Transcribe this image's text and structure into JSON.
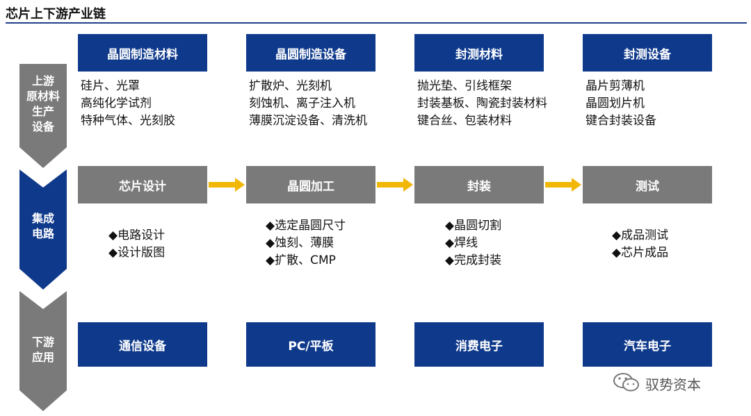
{
  "title": "芯片上下游产业链",
  "stages": {
    "upstream": "上游\n原材料\n生产\n设备",
    "midstream": "集成\n电路",
    "downstream": "下游\n应用"
  },
  "upstream": [
    {
      "title": "晶圆制造材料",
      "items": [
        "硅片、光罩",
        "高纯化学试剂",
        "特种气体、光刻胶"
      ]
    },
    {
      "title": "晶圆制造设备",
      "items": [
        "扩散炉、光刻机",
        "刻蚀机、离子注入机",
        "薄膜沉淀设备、清洗机"
      ]
    },
    {
      "title": "封测材料",
      "items": [
        "抛光垫、引线框架",
        "封装基板、陶瓷封装材料",
        "键合丝、包装材料"
      ]
    },
    {
      "title": "封测设备",
      "items": [
        "晶片剪薄机",
        "晶圆划片机",
        "键合封装设备"
      ]
    }
  ],
  "midstream": [
    {
      "title": "芯片设计",
      "items": [
        "电路设计",
        "设计版图"
      ]
    },
    {
      "title": "晶圆加工",
      "items": [
        "选定晶圆尺寸",
        "蚀刻、薄膜",
        "扩散、CMP"
      ]
    },
    {
      "title": "封装",
      "items": [
        "晶圆切割",
        "焊线",
        "完成封装"
      ]
    },
    {
      "title": "测试",
      "items": [
        "成品测试",
        "芯片成品"
      ]
    }
  ],
  "downstream": [
    "通信设备",
    "PC/平板",
    "消费电子",
    "汽车电子"
  ],
  "bullet_char": "◆",
  "watermark": "驭势资本",
  "colors": {
    "blue": "#0f3a8c",
    "gray": "#7a7a7a",
    "arrow": "#f2b705"
  }
}
